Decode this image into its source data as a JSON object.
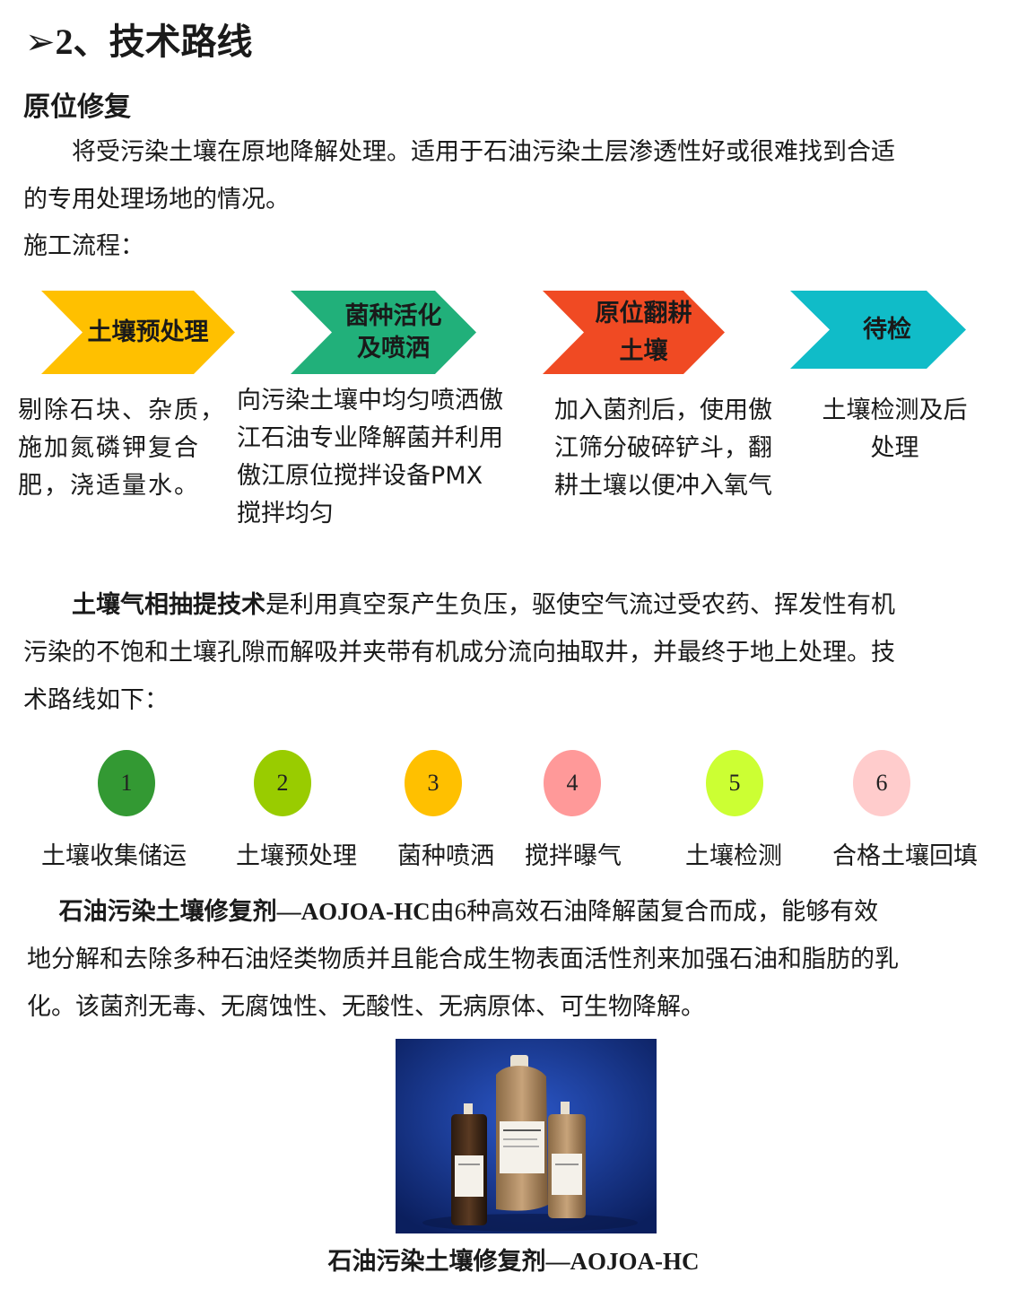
{
  "section_heading": {
    "marker": "➢",
    "number": "2",
    "title": "、技术路线"
  },
  "subheading": "原位修复",
  "intro": {
    "line1": "　　将受污染土壤在原地降解处理。适用于石油污染土层渗透性好或很难找到合适",
    "line2": "的专用处理场地的情况。"
  },
  "flow_label": "施工流程：",
  "flow_steps": [
    {
      "title_line1": "土壤预处理",
      "title_line2": "",
      "color": "#FFC000",
      "desc": [
        "剔除石块、杂质，",
        "施加氮磷钾复合",
        "肥，浇适量水。"
      ]
    },
    {
      "title_line1": "菌种活化",
      "title_line2": "及喷洒",
      "color": "#21B07A",
      "desc": [
        "向污染土壤中均匀喷洒傲",
        "江石油专业降解菌并利用",
        "傲江原位搅拌设备PMX",
        "搅拌均匀"
      ]
    },
    {
      "title_line1": "原位翻耕",
      "title_line2": "土壤",
      "color": "#F04A23",
      "desc": [
        "加入菌剂后，使用傲",
        "江筛分破碎铲斗，翻",
        "耕土壤以便冲入氧气"
      ]
    },
    {
      "title_line1": "待检",
      "title_line2": "",
      "color": "#10BCC8",
      "desc": [
        "土壤检测及后",
        "处理"
      ]
    }
  ],
  "svet": {
    "term": "土壤气相抽提技术",
    "line1_rest": "是利用真空泵产生负压，驱使空气流过受农药、挥发性有机",
    "line2": "污染的不饱和土壤孔隙而解吸并夹带有机成分流向抽取井，并最终于地上处理。技",
    "line3": "术路线如下："
  },
  "stages": [
    {
      "number": "1",
      "label": "土壤收集储运",
      "color": "#339933"
    },
    {
      "number": "2",
      "label": "土壤预处理",
      "color": "#99CC00"
    },
    {
      "number": "3",
      "label": "菌种喷洒",
      "color": "#FFC000"
    },
    {
      "number": "4",
      "label": "搅拌曝气",
      "color": "#FF9999"
    },
    {
      "number": "5",
      "label": "土壤检测",
      "color": "#CCFF33"
    },
    {
      "number": "6",
      "label": "合格土壤回填",
      "color": "#FFCCCC"
    }
  ],
  "product": {
    "name": "石油污染土壤修复剂",
    "code": "—AOJOA-HC",
    "line1_rest_a": "由",
    "line1_num": "6",
    "line1_rest_b": "种高效石油降解菌复合而成，能够有效",
    "line2": "地分解和去除多种石油烃类物质并且能合成生物表面活性剂来加强石油和脂肪的乳",
    "line3": "化。该菌剂无毒、无腐蚀性、无酸性、无病原体、可生物降解。"
  },
  "photo_caption": {
    "name": "石油污染土壤修复剂",
    "code": "—AOJOA-HC"
  }
}
